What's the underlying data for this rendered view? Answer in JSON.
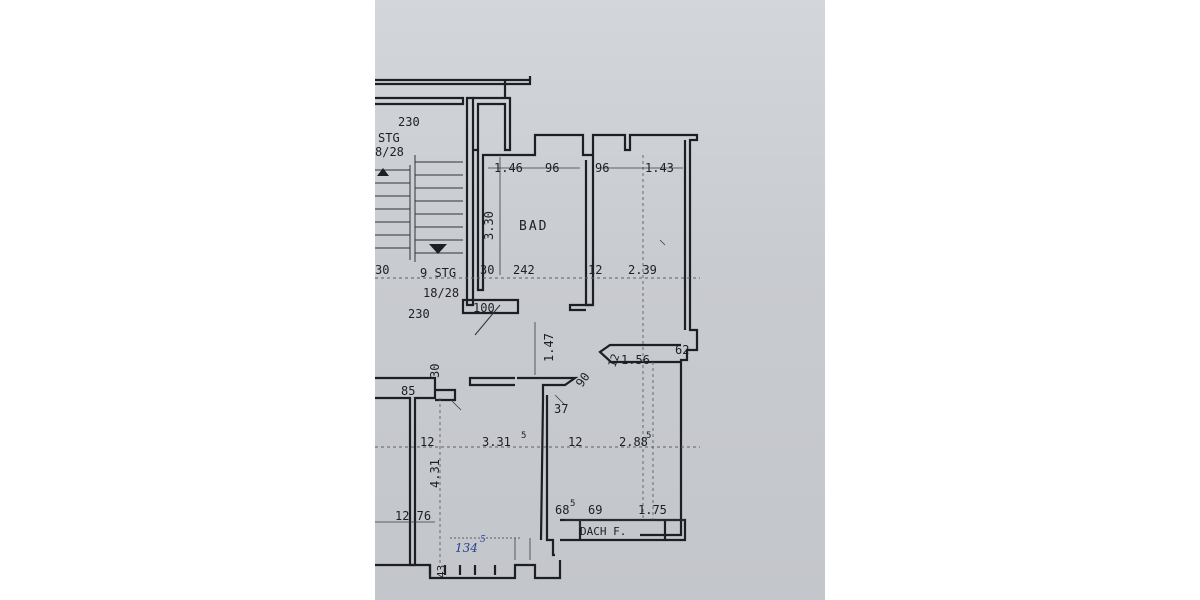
{
  "plan": {
    "rooms": {
      "bathroom": "BAD",
      "roof_slope": "DACH F."
    },
    "stairs": {
      "upper_label": "STG",
      "upper_ratio": "8/28",
      "lower_label": "9 STG",
      "lower_ratio": "18/28"
    },
    "dimensions": {
      "top_230": "230",
      "mid_230": "230",
      "d_1_46": "1.46",
      "d_96_a": "96",
      "d_96_b": "96",
      "d_1_43": "1.43",
      "d_3_30": "3.30",
      "d_30_left": "30",
      "d_30": "30",
      "d_242": "242",
      "d_12_a": "12",
      "d_2_39": "2.39",
      "d_100": "100",
      "d_1_47": "1.47",
      "d_90": "90",
      "d_12_b": "12",
      "d_1_56": "1.56",
      "d_62": "62",
      "d_30_b": "30",
      "d_85": "85",
      "d_37": "37",
      "d_12_c": "12",
      "d_3_31": "3.31",
      "d_3_31_sup": "5",
      "d_12_d": "12",
      "d_2_88": "2.88",
      "d_2_88_sup": "5",
      "d_4_31": "4.31",
      "d_68": "68",
      "d_68_sup": "5",
      "d_69": "69",
      "d_1_75": "1.75",
      "d_12_76": "12 76",
      "d_43": "43"
    },
    "handwritten_note": "134",
    "handwritten_note_sup": "5",
    "colors": {
      "paper": "#c9ccd1",
      "ink": "#1c1f24",
      "pen": "#2a3f8f"
    }
  }
}
